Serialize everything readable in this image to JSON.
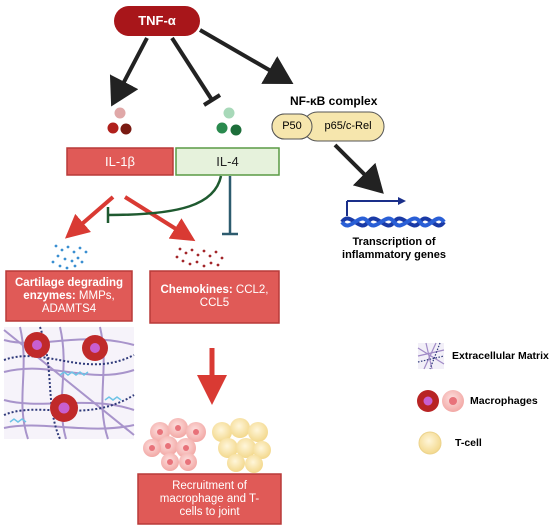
{
  "tnf": "TNF-α",
  "il1b": "IL-1β",
  "il4": "IL-4",
  "nfkb_title": "NF-κB complex",
  "p50": "P50",
  "p65": "p65/c-Rel",
  "transcription": "Transcription of inflammatory genes",
  "cartilage_bold": "Cartilage degrading enzymes:",
  "cartilage_rest": " MMPs, ADAMTS4",
  "chemokines_bold": "Chemokines:",
  "chemokines_rest": " CCL2, CCL5",
  "recruitment": "Recruitment of macrophage and T-cells to joint",
  "legend": {
    "ecm": "Extracellular Matrix",
    "macrophages": "Macrophages",
    "tcell": "T-cell"
  }
}
